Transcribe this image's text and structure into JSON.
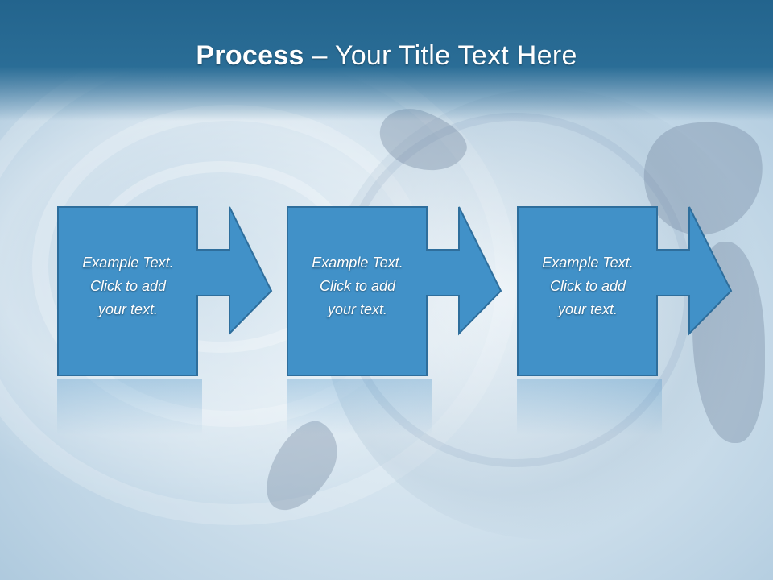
{
  "slide": {
    "title_bold": "Process",
    "title_rest": " – Your Title Text Here"
  },
  "colors": {
    "title_bar": "#23648d",
    "box_fill": "#4191c8",
    "box_border": "#2e6e9c",
    "text": "#ffffff"
  },
  "steps": [
    {
      "label": "Example Text.\nClick  to add\nyour text."
    },
    {
      "label": "Example Text.\nClick  to add\nyour text."
    },
    {
      "label": "Example Text.\nClick  to add\nyour text."
    }
  ]
}
